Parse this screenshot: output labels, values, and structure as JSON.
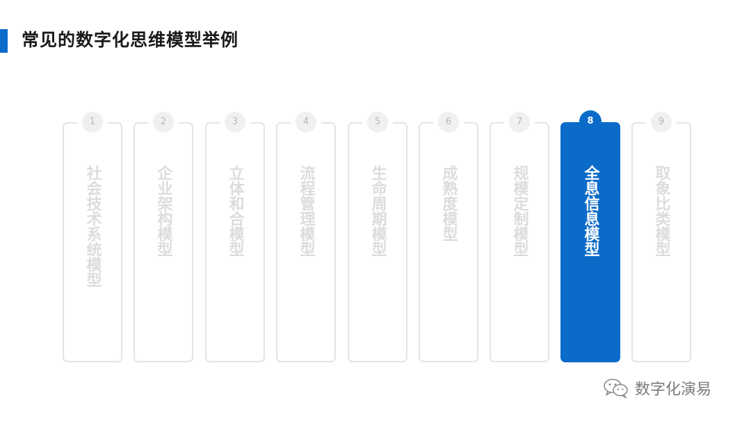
{
  "page": {
    "title": "常见的数字化思维模型举例",
    "accent_color": "#0a6bc9"
  },
  "models": [
    {
      "number": "1",
      "label": "社会技术系统模型",
      "active": false
    },
    {
      "number": "2",
      "label": "企业架构模型",
      "active": false
    },
    {
      "number": "3",
      "label": "立体和合模型",
      "active": false
    },
    {
      "number": "4",
      "label": "流程管理模型",
      "active": false
    },
    {
      "number": "5",
      "label": "生命周期模型",
      "active": false
    },
    {
      "number": "6",
      "label": "成熟度模型",
      "active": false
    },
    {
      "number": "7",
      "label": "规模定制模型",
      "active": false
    },
    {
      "number": "8",
      "label": "全息信息模型",
      "active": true
    },
    {
      "number": "9",
      "label": "取象比类模型",
      "active": false
    }
  ],
  "watermark": {
    "icon": "wechat-icon",
    "text": "数字化演易"
  }
}
